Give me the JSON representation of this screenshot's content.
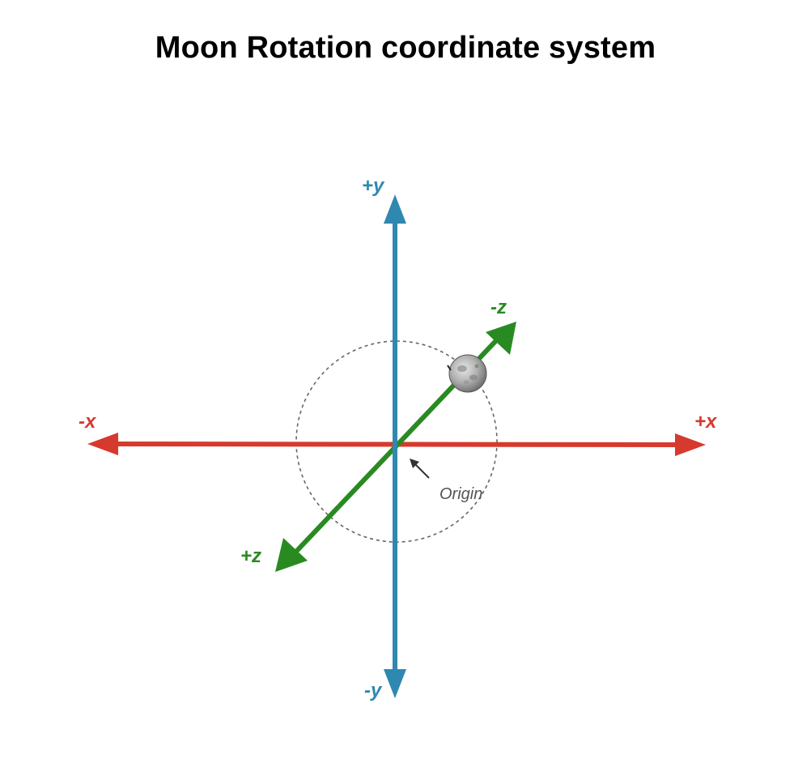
{
  "title": "Moon Rotation coordinate system",
  "axes": {
    "x_pos_label": "+x",
    "x_neg_label": "-x",
    "y_pos_label": "+y",
    "y_neg_label": "-y",
    "z_pos_label": "+z",
    "z_neg_label": "-z"
  },
  "origin_label": "Origin",
  "colors": {
    "x_axis": "#d63a2e",
    "y_axis": "#2f88b0",
    "z_axis": "#2a8a22",
    "dashed_circle": "#666666",
    "text": "#000000"
  },
  "icons": {
    "moon": "moon-icon",
    "origin_pointer": "arrow-pointer-icon"
  }
}
